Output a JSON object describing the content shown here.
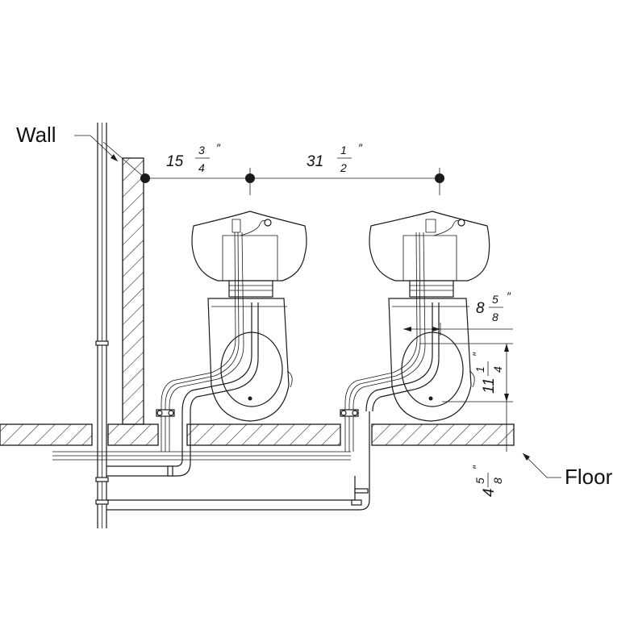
{
  "labels": {
    "wall": "Wall",
    "floor": "Floor"
  },
  "dimensions": {
    "spacing_1": {
      "whole": "15",
      "num": "3",
      "den": "4",
      "unit": "″"
    },
    "spacing_2": {
      "whole": "31",
      "num": "1",
      "den": "2",
      "unit": "″"
    },
    "offset": {
      "whole": "8",
      "num": "5",
      "den": "8",
      "unit": "″"
    },
    "height": {
      "whole": "11",
      "num": "1",
      "den": "4",
      "unit": "″"
    },
    "floor_depth": {
      "whole": "4",
      "num": "5",
      "den": "8",
      "unit": "″"
    }
  },
  "colors": {
    "line": "#1a1a1a",
    "background": "#ffffff"
  }
}
